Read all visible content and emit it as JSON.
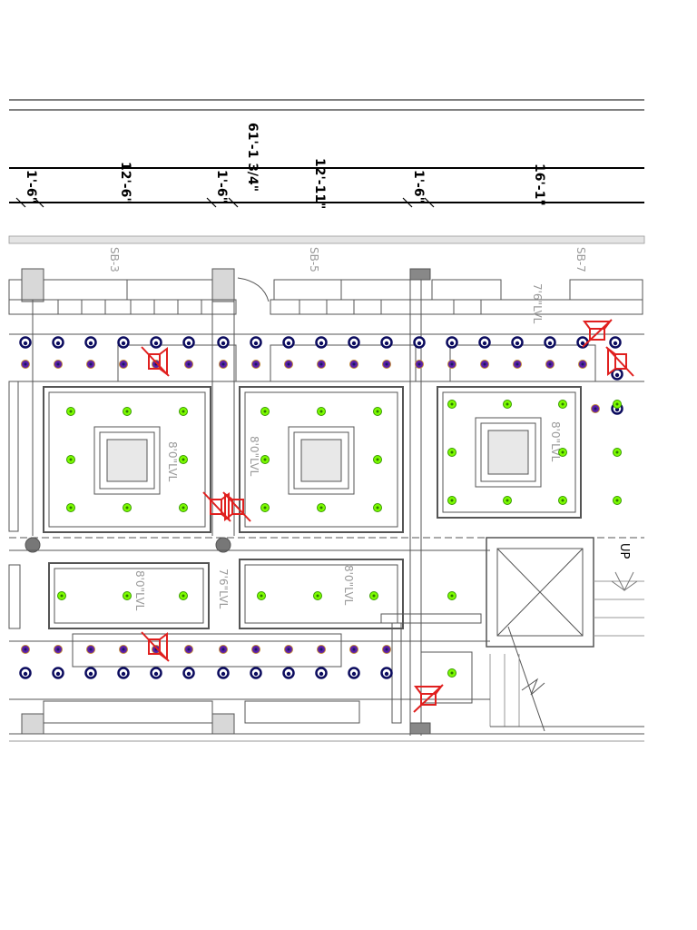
{
  "dimensions": {
    "overall": "61'-1 3/4\"",
    "segments": [
      "1'-6\"",
      "12'-6\"",
      "1'-6\"",
      "12'-11\"",
      "1'-6\"",
      "16'-1\""
    ]
  },
  "beam_labels": [
    "SB-3",
    "SB-5",
    "SB-7"
  ],
  "level_labels": {
    "ceiling_1": "8'0\"LVL",
    "ceiling_2": "8'0\"LVL",
    "ceiling_3": "8'0\"LVL",
    "ceiling_4": "8'0\"LVL",
    "ceiling_5": "8'0\"LVL",
    "soffit_1": "7'6\"LVL",
    "soffit_2": "7'6\"LVL"
  },
  "stair_label": "UP",
  "icons": {
    "downlight": "downlight-icon",
    "accent_light": "accent-light-icon",
    "cove_light": "cove-light-icon",
    "speaker": "speaker-icon"
  },
  "colors": {
    "linework": "#555555",
    "downlight_fill": "#7cfc00",
    "accent_dark": "#0b0b5e",
    "accent_purple": "#5a1fa8",
    "speaker_red": "#e0201f",
    "dimension": "#000000",
    "grey_text": "#9a9a9a"
  }
}
